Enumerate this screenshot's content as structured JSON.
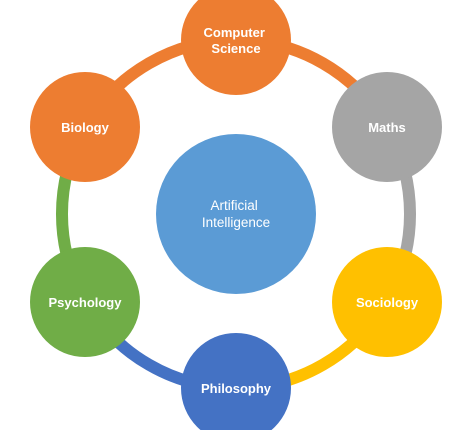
{
  "diagram": {
    "center": {
      "label_lines": [
        "Artificial",
        "Intelligence"
      ],
      "color": "#5b9bd5"
    },
    "nodes": [
      {
        "id": "computer-science",
        "label_lines": [
          "Computer",
          "Science"
        ],
        "color": "#ed7d31",
        "connector_color": "#ed7d31"
      },
      {
        "id": "maths",
        "label_lines": [
          "Maths"
        ],
        "color": "#a5a5a5",
        "connector_color": "#a5a5a5"
      },
      {
        "id": "sociology",
        "label_lines": [
          "Sociology"
        ],
        "color": "#ffc000",
        "connector_color": "#ffc000"
      },
      {
        "id": "philosophy",
        "label_lines": [
          "Philosophy"
        ],
        "color": "#4472c4",
        "connector_color": "#4472c4"
      },
      {
        "id": "psychology",
        "label_lines": [
          "Psychology"
        ],
        "color": "#70ad47",
        "connector_color": "#70ad47"
      },
      {
        "id": "biology",
        "label_lines": [
          "Biology"
        ],
        "color": "#ed7d31",
        "connector_color": "#ed7d31"
      }
    ]
  }
}
